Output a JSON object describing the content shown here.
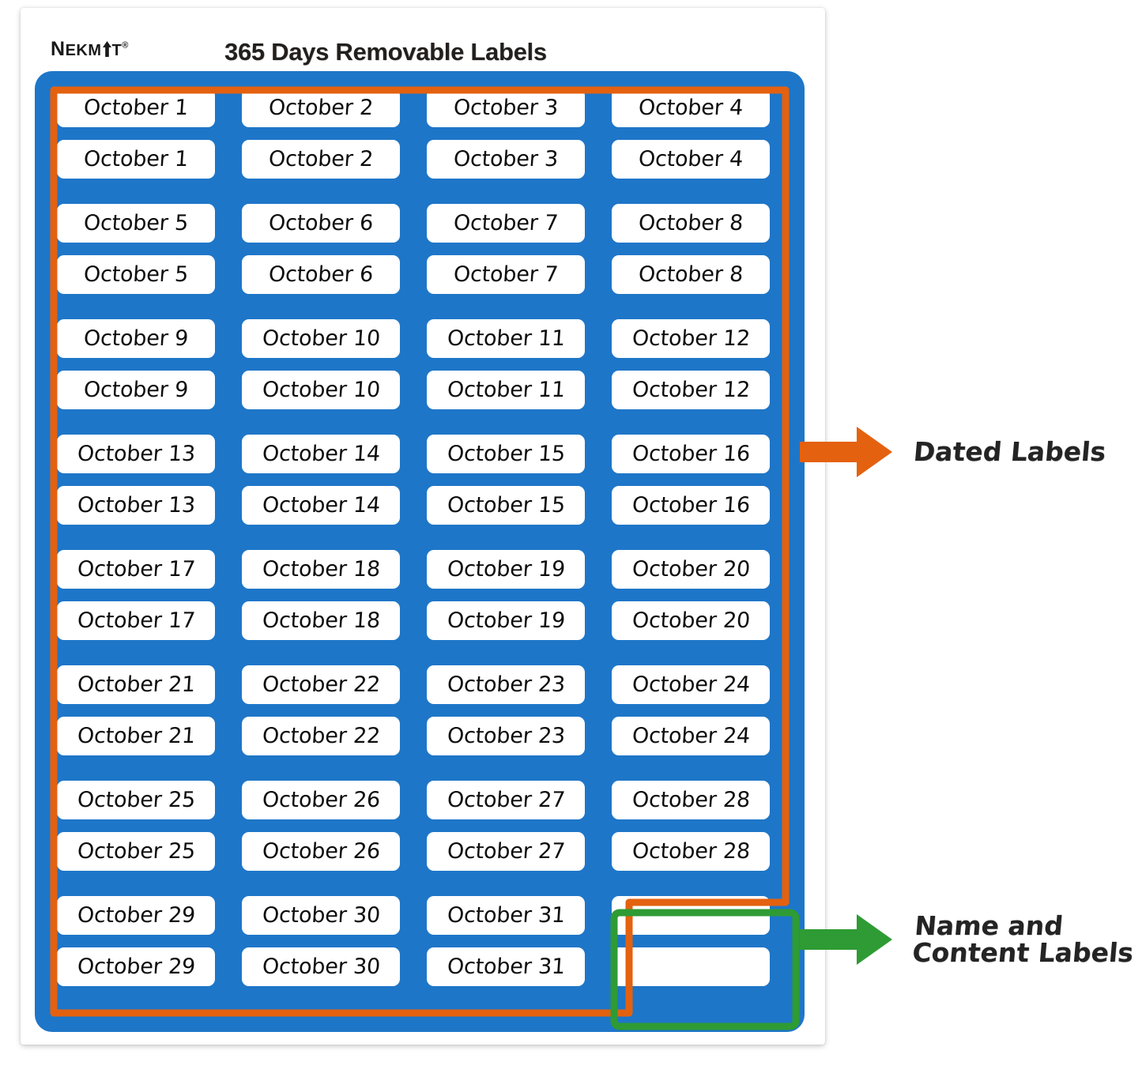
{
  "header": {
    "brand_prefix": "N",
    "brand_mid": "EKM",
    "brand_suffix": "T",
    "brand_full": "NEKMIT",
    "registered_mark": "®",
    "title": "365 Days Removable Labels"
  },
  "colors": {
    "sheet_blue": "#1E76C8",
    "dated_outline_orange": "#E4610F",
    "name_outline_green": "#2E9B34",
    "label_white": "#FFFFFF",
    "text_black": "#0D0D0D",
    "paper_white": "#FFFFFF"
  },
  "grid": {
    "columns": 4,
    "rows_per_block": 2,
    "blocks": [
      {
        "labels": [
          "October 1",
          "October 2",
          "October 3",
          "October 4"
        ],
        "duplicate_row": true
      },
      {
        "labels": [
          "October 5",
          "October 6",
          "October 7",
          "October 8"
        ],
        "duplicate_row": true
      },
      {
        "labels": [
          "October 9",
          "October 10",
          "October 11",
          "October 12"
        ],
        "duplicate_row": true
      },
      {
        "labels": [
          "October 13",
          "October 14",
          "October 15",
          "October 16"
        ],
        "duplicate_row": true
      },
      {
        "labels": [
          "October 17",
          "October 18",
          "October 19",
          "October 20"
        ],
        "duplicate_row": true
      },
      {
        "labels": [
          "October 21",
          "October 22",
          "October 23",
          "October 24"
        ],
        "duplicate_row": true
      },
      {
        "labels": [
          "October 25",
          "October 26",
          "October 27",
          "October 28"
        ],
        "duplicate_row": true
      },
      {
        "labels": [
          "October 29",
          "October 30",
          "October 31",
          ""
        ],
        "duplicate_row": true,
        "blank_last_column": true
      }
    ]
  },
  "annotations": [
    {
      "id": "dated-labels",
      "text": "Dated Labels",
      "text_line1": "Dated Labels",
      "text_line2": "",
      "arrow_color": "#E4610F",
      "arrow_direction": "right"
    },
    {
      "id": "name-content-labels",
      "text": "Name and Content Labels",
      "text_line1": "Name and",
      "text_line2": "Content Labels",
      "arrow_color": "#2E9B34",
      "arrow_direction": "right"
    }
  ]
}
